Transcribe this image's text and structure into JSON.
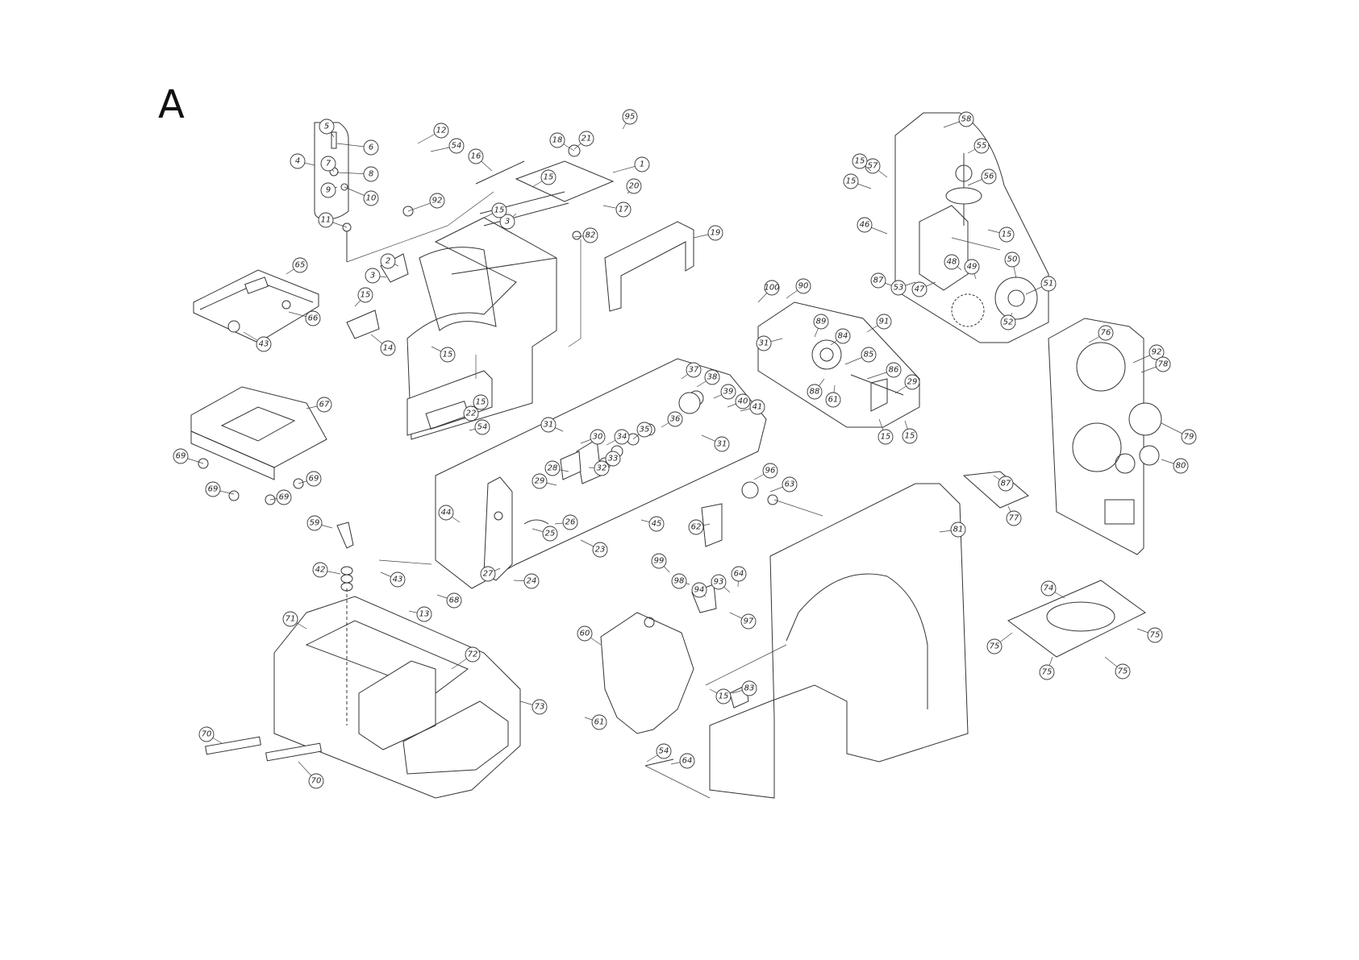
{
  "sheet": {
    "letter": "A"
  },
  "colors": {
    "line": "#333333",
    "background": "#ffffff"
  },
  "part_numbers": [
    "5",
    "6",
    "7",
    "8",
    "9",
    "10",
    "11",
    "4",
    "12",
    "54",
    "16",
    "18",
    "21",
    "95",
    "1",
    "20",
    "15",
    "3",
    "17",
    "82",
    "19",
    "92",
    "15",
    "2",
    "3",
    "15",
    "14",
    "15",
    "65",
    "66",
    "43",
    "67",
    "69",
    "69",
    "69",
    "69",
    "22",
    "15",
    "54",
    "58",
    "55",
    "57",
    "56",
    "15",
    "15",
    "15",
    "46",
    "87",
    "53",
    "47",
    "48",
    "49",
    "50",
    "51",
    "52",
    "100",
    "90",
    "89",
    "91",
    "31",
    "84",
    "85",
    "86",
    "29",
    "88",
    "61",
    "15",
    "15",
    "76",
    "92",
    "78",
    "79",
    "80",
    "87",
    "77",
    "37",
    "38",
    "39",
    "40",
    "41",
    "31",
    "31",
    "30",
    "34",
    "35",
    "36",
    "33",
    "32",
    "28",
    "29",
    "26",
    "25",
    "44",
    "45",
    "23",
    "27",
    "24",
    "43",
    "68",
    "13",
    "59",
    "42",
    "71",
    "72",
    "73",
    "70",
    "70",
    "96",
    "63",
    "62",
    "81",
    "99",
    "98",
    "94",
    "93",
    "64",
    "97",
    "60",
    "61",
    "83",
    "15",
    "54",
    "64",
    "74",
    "75",
    "75",
    "75",
    "75"
  ]
}
